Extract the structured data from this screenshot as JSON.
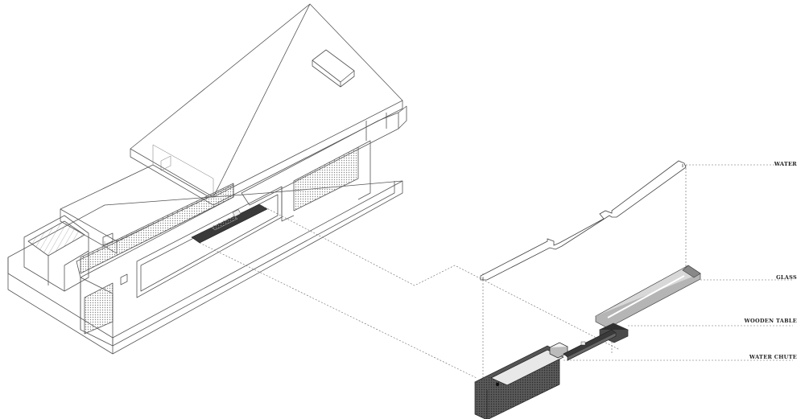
{
  "labels": {
    "water": "WATER",
    "glass": "GLASS",
    "wooden_table": "WOODEN TABLE",
    "water_chute": "WATER CHUTE"
  },
  "colors": {
    "line": "#555555",
    "leader": "#666666",
    "dark_fill": "#3a3a3a",
    "mid_fill": "#8a8a8a",
    "light_fill": "#cfcfcf",
    "hatch": "#999999"
  }
}
